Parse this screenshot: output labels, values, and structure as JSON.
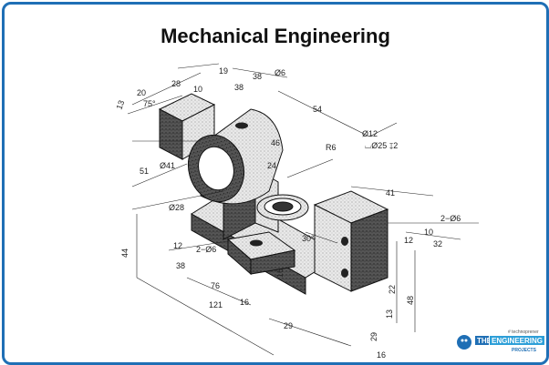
{
  "title": "Mechanical Engineering",
  "dimensions": {
    "d_13": "13",
    "d_20": "20",
    "d_75": "75°",
    "d_28": "28",
    "d_10a": "10",
    "d_19": "19",
    "d_38a": "38",
    "d_38b": "38",
    "d_dia6": "Ø6",
    "d_54": "54",
    "d_dia12": "Ø12",
    "d_cbore": "⌴Ø25 ↧2",
    "d_46": "46",
    "d_r6": "R6",
    "d_24": "24",
    "d_51": "51",
    "d_dia41": "Ø41",
    "d_dia28": "Ø28",
    "d_41": "41",
    "d_2dia6a": "2−Ø6",
    "d_12a": "12",
    "d_10b": "10",
    "d_32": "32",
    "d_44": "44",
    "d_12b": "12",
    "d_2dia6b": "2−Ø6",
    "d_30": "30°",
    "d_38c": "38",
    "d_76": "76",
    "d_16a": "16",
    "d_121": "121",
    "d_16b": "16",
    "d_29a": "29",
    "d_22": "22",
    "d_48": "48",
    "d_13b": "13",
    "d_29b": "29",
    "d_16c": "16"
  },
  "logo": {
    "tagline": "# technoprener",
    "the": "THE",
    "name": "ENGINEERING",
    "projects": "PROJECTS"
  }
}
